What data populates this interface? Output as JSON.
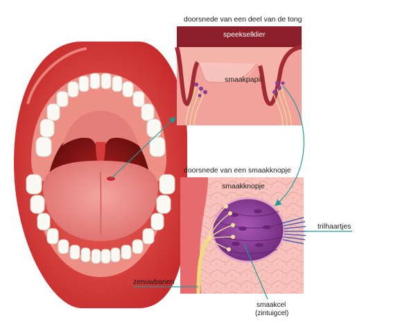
{
  "panels": {
    "tongue_section": {
      "title": "doorsnede van een deel van de tong",
      "labels": {
        "salivary_gland": "speekselklier",
        "taste_papilla": "smaakpapil"
      }
    },
    "taste_bud_section": {
      "title": "doorsnede van een smaakknopje",
      "labels": {
        "taste_bud": "smaakknopje"
      }
    }
  },
  "callouts": {
    "cilia": "trilhaartjes",
    "nerve_pathways": "zenuwbanen",
    "taste_cell_line1": "smaakcel",
    "taste_cell_line2": "(zintuigcel)"
  },
  "colors": {
    "lip": "#d8362f",
    "gum": "#ee8f86",
    "tongue": "#ec8d8a",
    "throat": "#7a1010",
    "pointer": "#1f9a96",
    "bud_body": "#8a3d96",
    "section_bg": "#f5b3ac"
  }
}
